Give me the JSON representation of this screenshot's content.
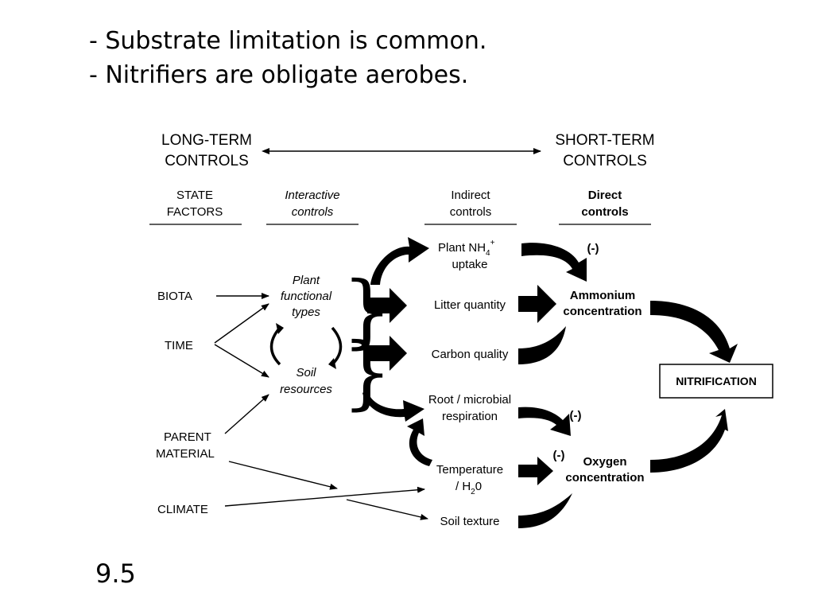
{
  "bullets": [
    "- Substrate limitation is common.",
    "- Nitrifiers are obligate aerobes."
  ],
  "slide_number": "9.5",
  "diagram": {
    "long_term": [
      "LONG-TERM",
      "CONTROLS"
    ],
    "short_term": [
      "SHORT-TERM",
      "CONTROLS"
    ],
    "columns": {
      "state_factors": [
        "STATE",
        "FACTORS"
      ],
      "interactive": [
        "Interactive",
        "controls"
      ],
      "indirect": [
        "Indirect",
        "controls"
      ],
      "direct": [
        "Direct",
        "controls"
      ]
    },
    "state_factors": {
      "biota": "BIOTA",
      "time": "TIME",
      "parent_material": [
        "PARENT",
        "MATERIAL"
      ],
      "climate": "CLIMATE"
    },
    "interactive": {
      "plant_types": [
        "Plant",
        "functional",
        "types"
      ],
      "soil_resources": [
        "Soil",
        "resources"
      ]
    },
    "indirect": {
      "plant_uptake": [
        "Plant NH",
        "4",
        "+",
        "uptake"
      ],
      "litter_quantity": "Litter quantity",
      "carbon_quality": "Carbon quality",
      "root_respiration": [
        "Root / microbial",
        "respiration"
      ],
      "temperature": [
        "Temperature",
        "/ H",
        "2",
        "0"
      ],
      "soil_texture": "Soil texture"
    },
    "direct": {
      "ammonium": [
        "Ammonium",
        "concentration"
      ],
      "oxygen_label": "Oxygen",
      "oxygen_conc": "concentration",
      "neg_ammonium": "(-)",
      "neg_root": "(-)",
      "neg_oxygen": "(-)"
    },
    "nitrification": "NITRIFICATION"
  }
}
